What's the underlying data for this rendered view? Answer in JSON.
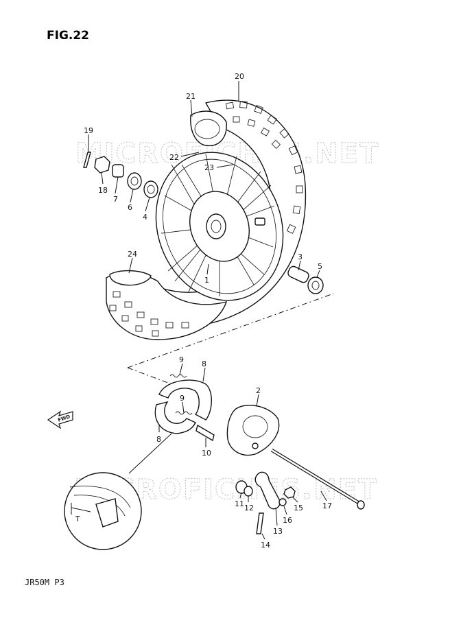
{
  "figure": {
    "title": "FIG.22",
    "model_code": "JR50M P3"
  },
  "watermark": {
    "text": "MICROFICHES.NET"
  },
  "callouts": [
    {
      "id": "c20",
      "label": "20"
    },
    {
      "id": "c21",
      "label": "21"
    },
    {
      "id": "c19",
      "label": "19"
    },
    {
      "id": "c22",
      "label": "22"
    },
    {
      "id": "c23",
      "label": "23"
    },
    {
      "id": "c18",
      "label": "18"
    },
    {
      "id": "c7",
      "label": "7"
    },
    {
      "id": "c6",
      "label": "6"
    },
    {
      "id": "c4",
      "label": "4"
    },
    {
      "id": "c24",
      "label": "24"
    },
    {
      "id": "c1",
      "label": "1"
    },
    {
      "id": "c3",
      "label": "3"
    },
    {
      "id": "c5",
      "label": "5"
    },
    {
      "id": "c9a",
      "label": "9"
    },
    {
      "id": "c8a",
      "label": "8"
    },
    {
      "id": "c9b",
      "label": "9"
    },
    {
      "id": "c8b",
      "label": "8"
    },
    {
      "id": "c2",
      "label": "2"
    },
    {
      "id": "c10",
      "label": "10"
    },
    {
      "id": "c11",
      "label": "11"
    },
    {
      "id": "c12",
      "label": "12"
    },
    {
      "id": "c13",
      "label": "13"
    },
    {
      "id": "c14",
      "label": "14"
    },
    {
      "id": "c15",
      "label": "15"
    },
    {
      "id": "c16",
      "label": "16"
    },
    {
      "id": "c17",
      "label": "17"
    }
  ],
  "direction_marker": {
    "text": "FWD"
  },
  "inset": {
    "dimension_label": "T"
  }
}
